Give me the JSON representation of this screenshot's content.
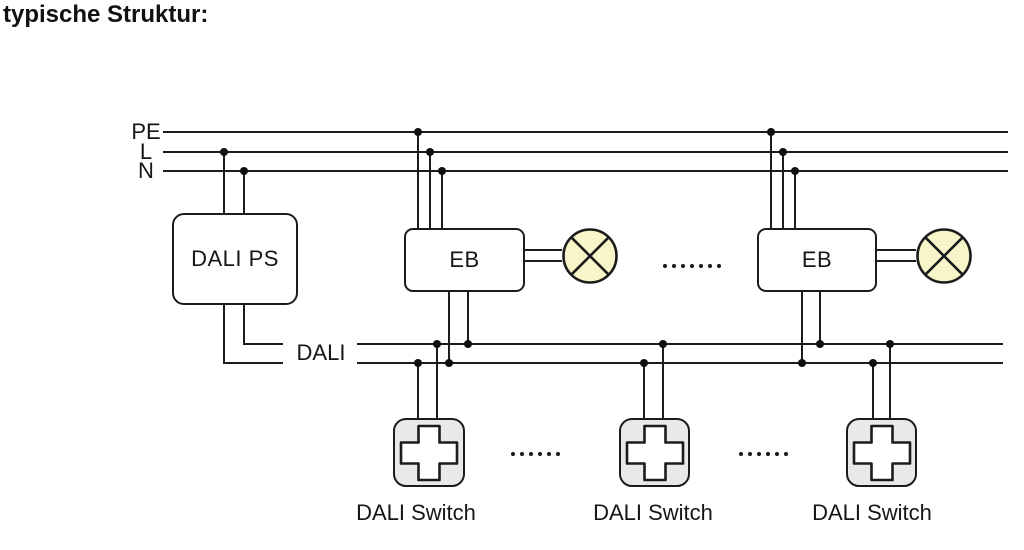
{
  "title": "typische Struktur:",
  "colors": {
    "background": "#ffffff",
    "line": "#1c1c1c",
    "lamp_fill": "#f8f5c9",
    "switch_fill": "#e9e9e9",
    "cross_fill": "#ffffff"
  },
  "power_bus": {
    "labels": [
      "PE",
      "L",
      "N"
    ]
  },
  "dali_bus": {
    "label": "DALI"
  },
  "power_supply": {
    "label": "DALI PS"
  },
  "ballasts": [
    {
      "label": "EB"
    },
    {
      "label": "EB"
    }
  ],
  "lamps": [
    {
      "icon": "lamp-icon"
    },
    {
      "icon": "lamp-icon"
    }
  ],
  "switches": [
    {
      "label": "DALI Switch",
      "icon": "cross-switch-icon"
    },
    {
      "label": "DALI Switch",
      "icon": "cross-switch-icon"
    },
    {
      "label": "DALI Switch",
      "icon": "cross-switch-icon"
    }
  ],
  "ellipses": {
    "between_ballasts": 7,
    "between_switch_1_2": 6,
    "between_switch_2_3": 6
  }
}
